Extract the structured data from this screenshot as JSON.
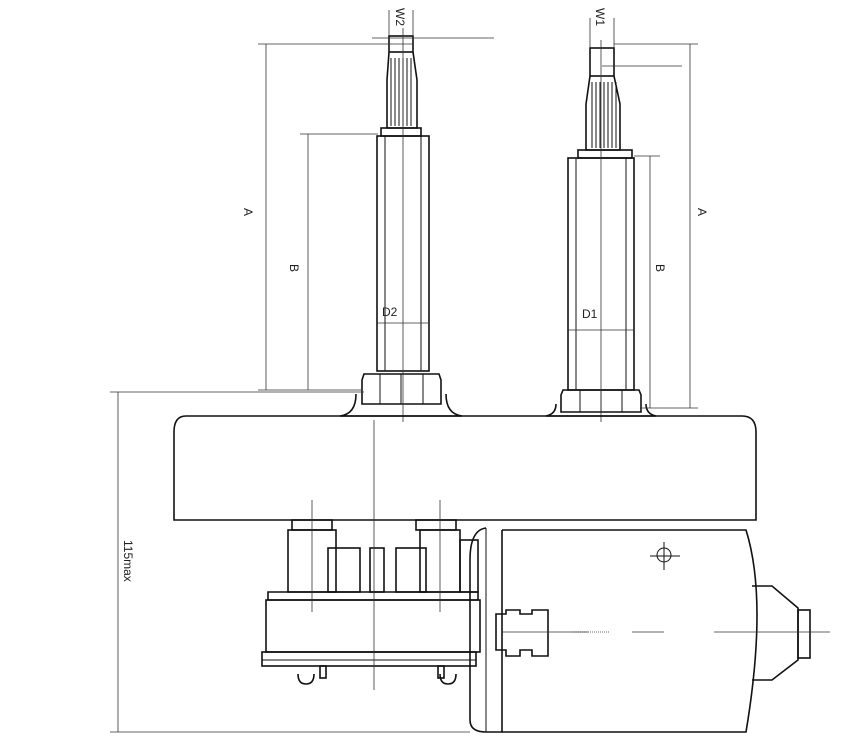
{
  "labels": {
    "w2": "W2",
    "w1": "W1",
    "a_left": "A",
    "a_right": "A",
    "b_left": "B",
    "b_right": "B",
    "d2": "D2",
    "d1": "D1",
    "height": "115max"
  }
}
